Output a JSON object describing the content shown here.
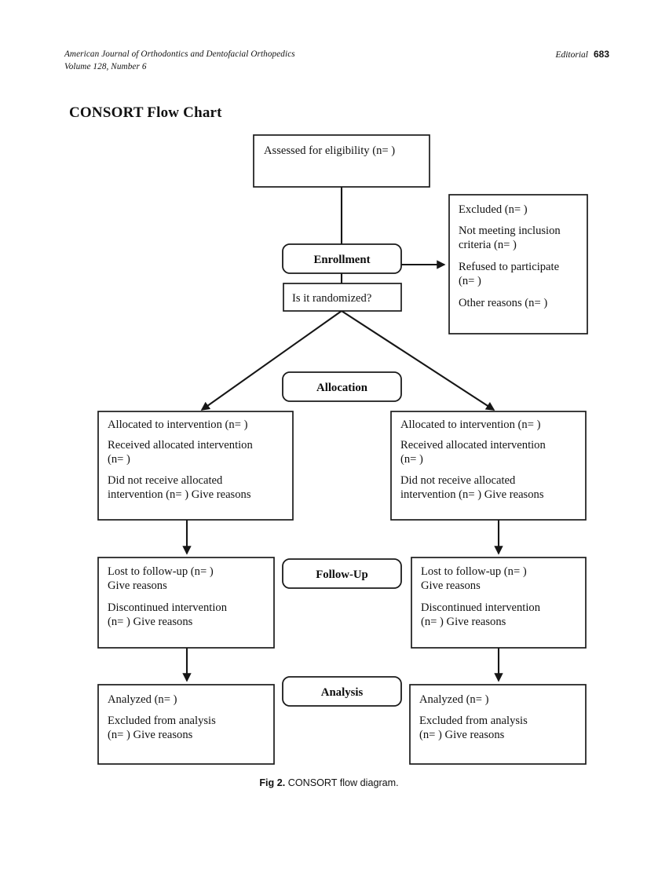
{
  "page": {
    "running_head": {
      "journal": "American Journal of Orthodontics and Dentofacial Orthopedics",
      "volume_issue": "Volume 128, Number 6",
      "section": "Editorial",
      "page_number": "683"
    },
    "chart_title": "CONSORT Flow Chart",
    "caption_label": "Fig 2.",
    "caption_text": "CONSORT flow diagram."
  },
  "chart_data": {
    "type": "diagram",
    "title": "CONSORT Flow Chart",
    "stage_labels": [
      "Enrollment",
      "Allocation",
      "Follow-Up",
      "Analysis"
    ],
    "nodes": {
      "assessed": {
        "lines": [
          "Assessed for eligibility  (n=   )"
        ]
      },
      "excluded": {
        "lines": [
          "Excluded  (n=   )",
          "Not meeting inclusion",
          "criteria (n=  )",
          "Refused to participate",
          "(n=  )",
          "Other reasons (n=    )"
        ]
      },
      "enrollment": {
        "label": "Enrollment"
      },
      "randomized": {
        "lines": [
          "Is it randomized?"
        ]
      },
      "allocation": {
        "label": "Allocation"
      },
      "alloc_left": {
        "lines": [
          "Allocated to intervention (n=   )",
          "Received allocated intervention",
          "(n=  )",
          "Did not receive allocated",
          "intervention (n=   ) Give reasons"
        ]
      },
      "alloc_right": {
        "lines": [
          "Allocated to intervention (n=  )",
          "Received allocated intervention",
          "(n=  )",
          "Did not receive allocated",
          "intervention  (n=   ) Give reasons"
        ]
      },
      "followup": {
        "label": "Follow-Up"
      },
      "follow_left": {
        "lines": [
          "Lost to follow-up  (n=   )",
          "Give reasons",
          "Discontinued intervention",
          "(n=   ) Give reasons"
        ]
      },
      "follow_right": {
        "lines": [
          "Lost to follow-up  (n=   )",
          "Give reasons",
          "Discontinued intervention",
          "(n=  ) Give reasons"
        ]
      },
      "analysis": {
        "label": "Analysis"
      },
      "analysis_left": {
        "lines": [
          "Analyzed  (n=  )",
          "Excluded from analysis",
          "(n=  ) Give reasons"
        ]
      },
      "analysis_right": {
        "lines": [
          "Analyzed  (n=  )",
          "Excluded from analysis",
          "(n=  )  Give reasons"
        ]
      }
    },
    "colors": {
      "stroke": "#1a1a1a",
      "fill": "#ffffff",
      "text": "#121212",
      "background": "#ffffff"
    }
  }
}
